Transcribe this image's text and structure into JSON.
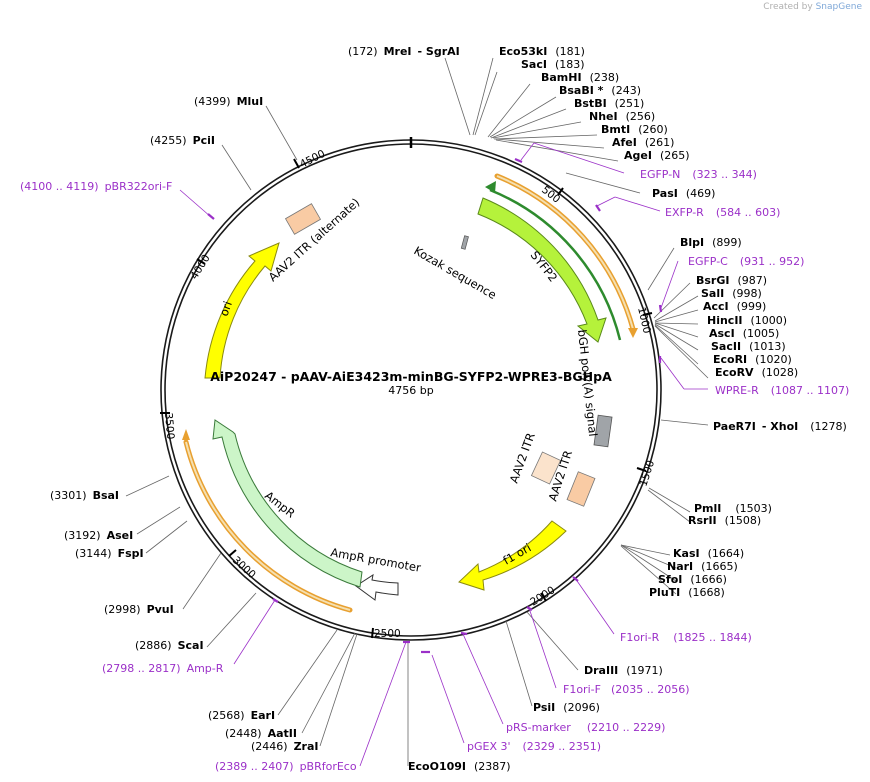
{
  "branding": {
    "created_by": "Created by",
    "app": "SnapGene"
  },
  "plasmid": {
    "name": "AiP20247 - pAAV-AiE3423m-minBG-SYFP2-WPRE3-BGHpA",
    "size_label": "4756 bp",
    "length": 4756
  },
  "ticks": [
    "500",
    "1000",
    "1500",
    "2000",
    "2500",
    "3000",
    "3500",
    "4000",
    "4500"
  ],
  "features": [
    {
      "name": "SYFP2",
      "start": 485,
      "end": 1204,
      "color": "#b5f23b",
      "kind": "arrow-cw"
    },
    {
      "name": "AmpR",
      "start": 2590,
      "end": 3450,
      "color": "#ccf5c8",
      "kind": "arrow-ccw"
    },
    {
      "name": "AmpR promoter",
      "start": 2480,
      "end": 2585,
      "color": "#ffffff",
      "kind": "arrow-ccw"
    },
    {
      "name": "ori",
      "start": 3580,
      "end": 4150,
      "color": "#ffff00",
      "kind": "arrow-cw"
    },
    {
      "name": "f1 ori",
      "start": 1700,
      "end": 2150,
      "color": "#ffff00",
      "kind": "arrow-ccw"
    },
    {
      "name": "AAV2 ITR (alternate)",
      "color": "#f9cba4"
    },
    {
      "name": "AAV2 ITR",
      "color": "#fbe3cc"
    },
    {
      "name": "AAV2 ITR",
      "color": "#f9cba4"
    },
    {
      "name": "bGH poly(A) signal",
      "color": "#a0a4a8"
    },
    {
      "name": "Kozak sequence",
      "color": "#a0a4a8"
    }
  ],
  "sites": [
    {
      "pos": "(172)",
      "name": "MreI",
      "extra": "- SgrAI"
    },
    {
      "name": "Eco53kI",
      "pos": "(181)"
    },
    {
      "name": "SacI",
      "pos": "(183)"
    },
    {
      "name": "BamHI",
      "pos": "(238)"
    },
    {
      "name": "BsaBI *",
      "pos": "(243)"
    },
    {
      "name": "BstBI",
      "pos": "(251)"
    },
    {
      "name": "NheI",
      "pos": "(256)"
    },
    {
      "name": "BmtI",
      "pos": "(260)"
    },
    {
      "name": "AfeI",
      "pos": "(261)"
    },
    {
      "name": "AgeI",
      "pos": "(265)"
    },
    {
      "name": "PasI",
      "pos": "(469)"
    },
    {
      "name": "BlpI",
      "pos": "(899)"
    },
    {
      "name": "BsrGI",
      "pos": "(987)"
    },
    {
      "name": "SalI",
      "pos": "(998)"
    },
    {
      "name": "AccI",
      "pos": "(999)"
    },
    {
      "name": "HincII",
      "pos": "(1000)"
    },
    {
      "name": "AscI",
      "pos": "(1005)"
    },
    {
      "name": "SacII",
      "pos": "(1013)"
    },
    {
      "name": "EcoRI",
      "pos": "(1020)"
    },
    {
      "name": "EcoRV",
      "pos": "(1028)"
    },
    {
      "name": "PaeR7I",
      "extra": "- XhoI",
      "pos": "(1278)"
    },
    {
      "name": "PmlI",
      "pos": "(1503)"
    },
    {
      "name": "RsrII",
      "pos": "(1508)"
    },
    {
      "name": "KasI",
      "pos": "(1664)"
    },
    {
      "name": "NarI",
      "pos": "(1665)"
    },
    {
      "name": "SfoI",
      "pos": "(1666)"
    },
    {
      "name": "PluTI",
      "pos": "(1668)"
    },
    {
      "name": "DraIII",
      "pos": "(1971)"
    },
    {
      "name": "PsiI",
      "pos": "(2096)"
    },
    {
      "name": "EcoO109I",
      "pos": "(2387)"
    },
    {
      "pos": "(2446)",
      "name": "ZraI"
    },
    {
      "pos": "(2448)",
      "name": "AatII"
    },
    {
      "pos": "(2568)",
      "name": "EarI"
    },
    {
      "pos": "(2886)",
      "name": "ScaI"
    },
    {
      "pos": "(2998)",
      "name": "PvuI"
    },
    {
      "pos": "(3144)",
      "name": "FspI"
    },
    {
      "pos": "(3192)",
      "name": "AseI"
    },
    {
      "pos": "(3301)",
      "name": "BsaI"
    },
    {
      "pos": "(4255)",
      "name": "PciI"
    },
    {
      "pos": "(4399)",
      "name": "MluI"
    }
  ],
  "primers": [
    {
      "name": "EGFP-N",
      "range": "(323 .. 344)"
    },
    {
      "name": "EXFP-R",
      "range": "(584 .. 603)"
    },
    {
      "name": "EGFP-C",
      "range": "(931 .. 952)"
    },
    {
      "name": "WPRE-R",
      "range": "(1087 .. 1107)"
    },
    {
      "name": "F1ori-R",
      "range": "(1825 .. 1844)"
    },
    {
      "name": "F1ori-F",
      "range": "(2035 .. 2056)"
    },
    {
      "name": "pRS-marker",
      "range": "(2210 .. 2229)"
    },
    {
      "name": "pGEX 3'",
      "range": "(2329 .. 2351)"
    },
    {
      "name": "pBRforEco",
      "range": "(2389 .. 2407)"
    },
    {
      "name": "Amp-R",
      "range": "(2798 .. 2817)"
    },
    {
      "name": "pBR322ori-F",
      "range": "(4100 .. 4119)"
    }
  ],
  "colors": {
    "primer": "#9b30c8",
    "backbone": "#1a1a1a",
    "ori_fill": "#ffff00",
    "syfp2_fill": "#b5f23b",
    "ampr_fill": "#ccf5c8",
    "primer_bar_orange": "#e8a030"
  }
}
